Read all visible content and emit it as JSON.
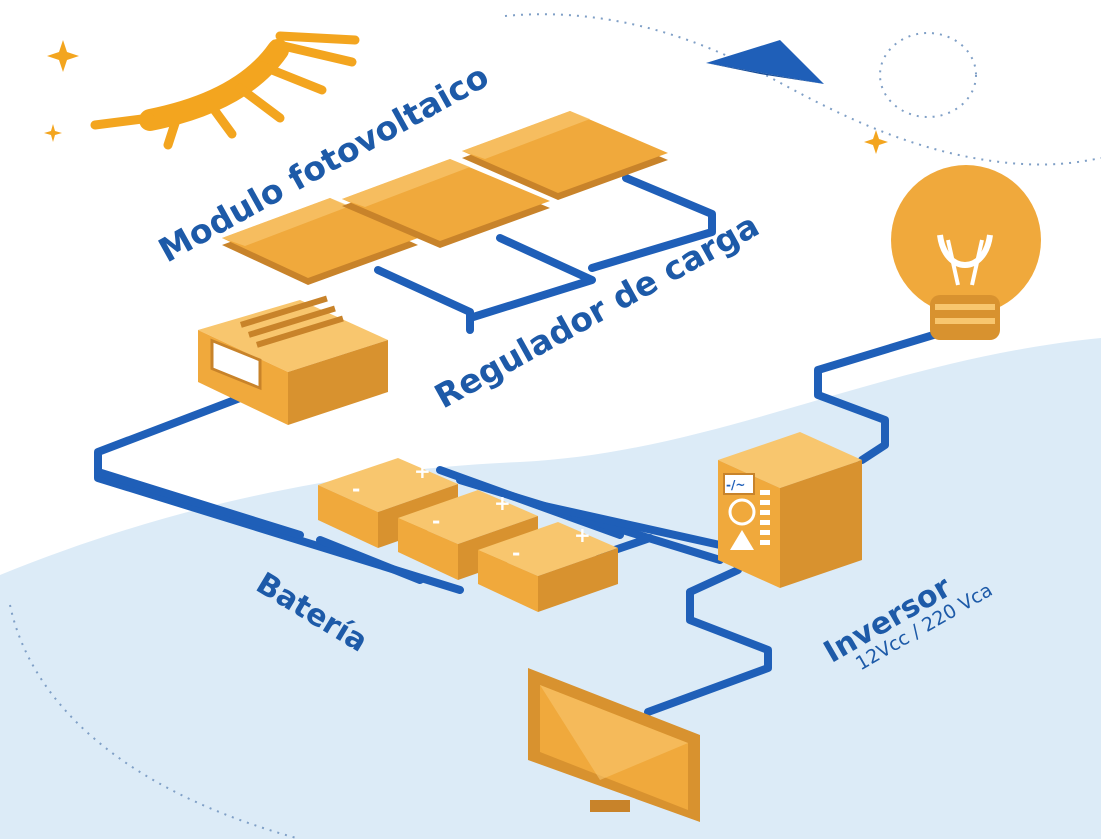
{
  "colors": {
    "wire": "#1f5fb8",
    "label": "#1d5aa8",
    "device": "#f0a93c",
    "device_dark": "#c8832a",
    "device_light": "#f8c66e",
    "sun": "#f3a51f",
    "background_wave": "#dcebf7",
    "dotted_path": "#7f9fc6"
  },
  "labels": {
    "modulo": "Modulo fotovoltaico",
    "regulador": "Regulador de carga",
    "bateria": "Batería",
    "inversor": "Inversor",
    "inversor_spec": "12Vcc / 220 Vca"
  },
  "components": [
    {
      "name": "solar-panels",
      "icon": "solar-panel-icon",
      "count": 3
    },
    {
      "name": "charge-regulator",
      "icon": "regulator-icon"
    },
    {
      "name": "batteries",
      "icon": "battery-icon",
      "count": 3,
      "symbols": [
        "+",
        "-"
      ]
    },
    {
      "name": "inverter",
      "icon": "inverter-icon",
      "panel_text": "-/~"
    },
    {
      "name": "light-bulb",
      "icon": "light-bulb-icon"
    },
    {
      "name": "monitor",
      "icon": "monitor-icon"
    }
  ],
  "decorations": [
    "sun-icon",
    "sparkle-icon",
    "paper-plane-icon",
    "dotted-path"
  ]
}
